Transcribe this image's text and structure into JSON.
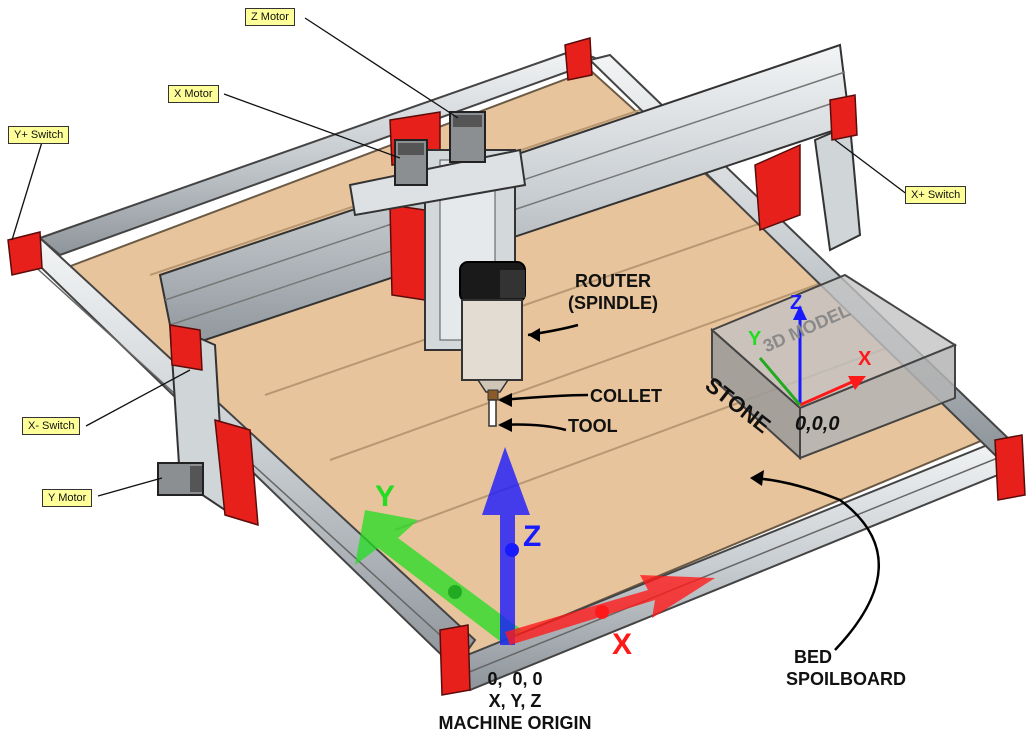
{
  "callouts": {
    "z_motor": "Z Motor",
    "x_motor": "X Motor",
    "y_plus_switch": "Y+ Switch",
    "x_plus_switch": "X+ Switch",
    "x_minus_switch": "X- Switch",
    "y_motor": "Y Motor"
  },
  "labels": {
    "router_line1": "ROUTER",
    "router_line2": "(SPINDLE)",
    "collet": "COLLET",
    "tool": "TOOL",
    "bed_line1": "BED",
    "bed_line2": "SPOILBOARD"
  },
  "origin": {
    "coords": "0,  0, 0",
    "axes": "X, Y, Z",
    "title": "MACHINE ORIGIN"
  },
  "axes": {
    "x": "X",
    "y": "Y",
    "z": "Z"
  },
  "stone": {
    "title": "STONE",
    "model": "3D MODEL",
    "origin": "0,0,0",
    "x": "X",
    "y": "Y",
    "z": "Z"
  },
  "colors": {
    "x_axis": "#ff1a1a",
    "y_axis": "#22dd22",
    "z_axis": "#1a1aff",
    "bed": "#e8c49c",
    "frame": "#d8dde0",
    "bracket": "#e8201c",
    "callout_bg": "#ffff99"
  }
}
